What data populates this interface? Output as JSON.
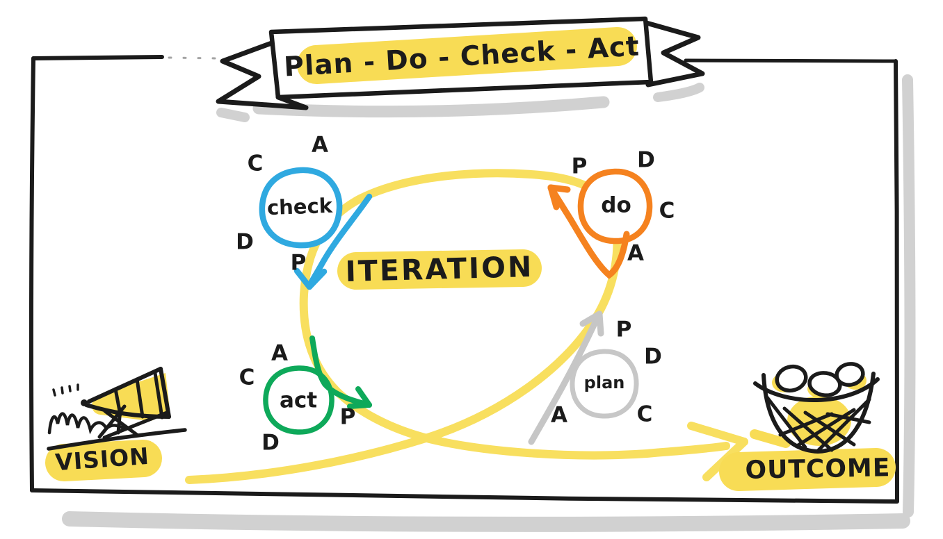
{
  "banner": {
    "title": "Plan - Do - Check - Act"
  },
  "center": {
    "label": "ITERATION"
  },
  "nodes": {
    "check": {
      "label": "check",
      "color": "#2FA9E0",
      "letters": {
        "top": "A",
        "left": "C",
        "bottom_left": "D",
        "bottom": "P"
      }
    },
    "do": {
      "label": "do",
      "color": "#F5821F",
      "letters": {
        "top_left": "P",
        "top_right": "D",
        "right": "C",
        "bottom": "A"
      }
    },
    "act": {
      "label": "act",
      "color": "#0EA95A",
      "letters": {
        "top": "A",
        "left": "C",
        "bottom": "D",
        "right": "P"
      }
    },
    "plan": {
      "label": "plan",
      "color": "#C7C7C7",
      "letters": {
        "top": "P",
        "top_right": "D",
        "bottom_left": "A",
        "bottom_right": "C"
      }
    }
  },
  "endpoints": {
    "vision": {
      "label": "VISION"
    },
    "outcome": {
      "label": "OUTCOME"
    }
  },
  "colors": {
    "loop_yellow": "#F8DF5F",
    "highlight_yellow": "#F8DC55",
    "ink_black": "#1B1B1B",
    "shadow_gray": "#C9C9C9",
    "check_blue": "#2FA9E0",
    "do_orange": "#F5821F",
    "act_green": "#0EA95A",
    "plan_gray": "#C7C7C7"
  }
}
